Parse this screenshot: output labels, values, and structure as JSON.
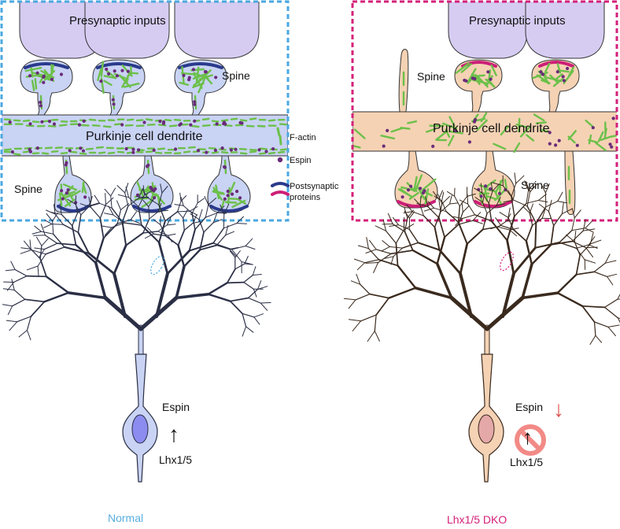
{
  "panels": {
    "normal": {
      "presynaptic_label": "Presynaptic inputs",
      "dendrite_label": "Purkinje cell dendrite",
      "spine_top_label": "Spine",
      "spine_bottom_label": "Spine",
      "caption": "Normal",
      "espin_label": "Espin",
      "lhx_label": "Lhx1/5",
      "arrow_glyph": "↑"
    },
    "dko": {
      "presynaptic_label": "Presynaptic inputs",
      "dendrite_label": "Purkinje cell dendrite",
      "spine_top_label": "Spine",
      "spine_bottom_label": "Spine",
      "caption": "Lhx1/5 DKO",
      "espin_label": "Espin",
      "lhx_label": "Lhx1/5",
      "arrow_glyph": "↓"
    }
  },
  "legend": {
    "factin": "F-actin",
    "espin": "Espin",
    "postsynaptic_line1": "Postsynaptic",
    "postsynaptic_line2": "proteins"
  },
  "colors": {
    "normal_border": "#4aa8e0",
    "dko_border": "#d4207a",
    "normal_caption": "#5aaee0",
    "dko_caption": "#d4207a",
    "presynaptic_fill": "#d6ccf2",
    "normal_fill": "#c9d3f4",
    "dko_fill": "#f5d2b4",
    "factin": "#6cc04a",
    "espin_dot": "#6a2b7a",
    "post_blue": "#2a3a8c",
    "post_pink": "#cc1f78",
    "down_arrow": "#e0504a",
    "no_symbol": "#f28a86"
  }
}
